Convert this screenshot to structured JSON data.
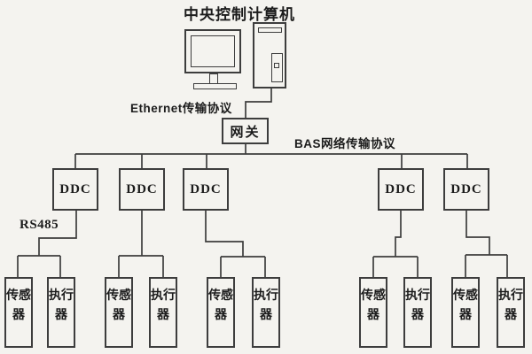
{
  "title": "中央控制计算机",
  "labels": {
    "ethernet_protocol": "Ethernet传输协议",
    "bas_protocol": "BAS网络传输协议",
    "rs485": "RS485"
  },
  "gateway": {
    "label": "网关"
  },
  "controllers": [
    {
      "label": "DDC"
    },
    {
      "label": "DDC"
    },
    {
      "label": "DDC"
    },
    {
      "label": "DDC"
    },
    {
      "label": "DDC"
    }
  ],
  "field_pairs": [
    {
      "sensor": "传感器",
      "actuator": "执行器"
    },
    {
      "sensor": "传感器",
      "actuator": "执行器"
    },
    {
      "sensor": "传感器",
      "actuator": "执行器"
    },
    {
      "sensor": "传感器",
      "actuator": "执行器"
    },
    {
      "sensor": "传感器",
      "actuator": "执行器"
    }
  ],
  "colors": {
    "background": "#f4f3ef",
    "line": "#3d3d3d",
    "text": "#1c1c1c"
  }
}
